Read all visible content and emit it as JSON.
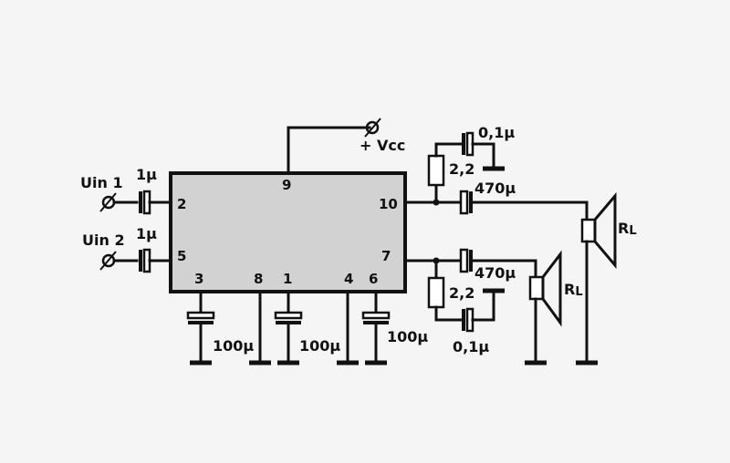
{
  "ic": {
    "pins": {
      "p1": "1",
      "p2": "2",
      "p3": "3",
      "p4": "4",
      "p5": "5",
      "p6": "6",
      "p7": "7",
      "p8": "8",
      "p9": "9",
      "p10": "10"
    },
    "fill_color": "#d2d2d2"
  },
  "labels": {
    "vcc": "+ Vcc",
    "vin1": "Uin 1",
    "vin2": "Uin 2",
    "cin1": "1μ",
    "cin2": "1μ",
    "c3": "100μ",
    "c1": "100μ",
    "c6": "100μ",
    "r_top": "2,2",
    "r_bot": "2,2",
    "c_top_snub": "0,1μ",
    "c_bot_snub": "0,1μ",
    "c_out_top": "470μ",
    "c_out_bot": "470μ",
    "rl_top": "RL",
    "rl_bot": "RL"
  },
  "colors": {
    "line": "#111111",
    "background": "#f5f5f5"
  }
}
